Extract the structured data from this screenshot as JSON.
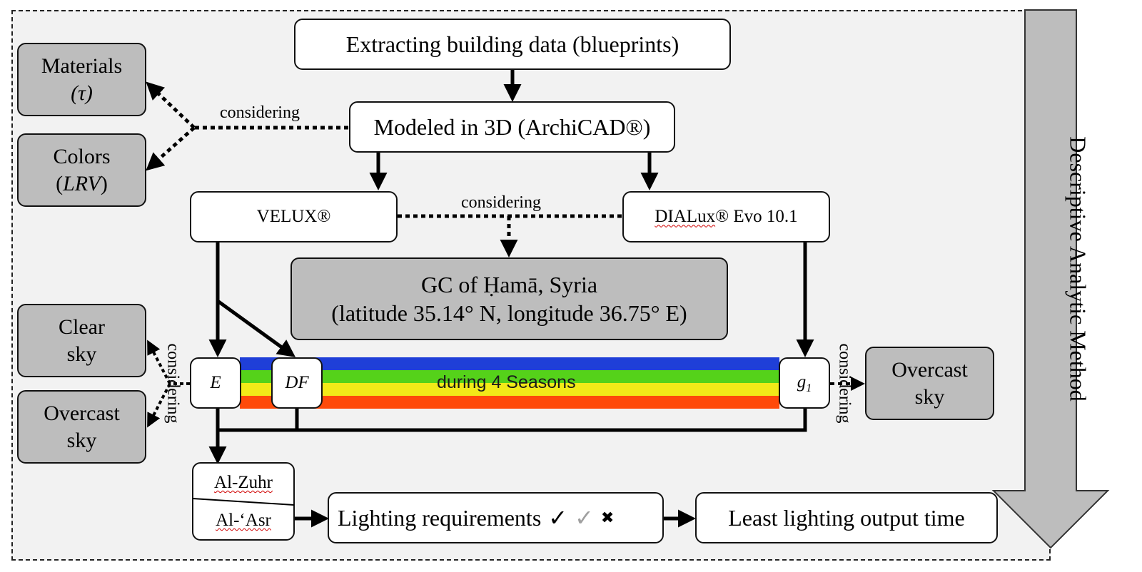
{
  "top": {
    "extract": "Extracting building data (blueprints)",
    "model": "Modeled in 3D (ArchiCAD®)"
  },
  "materials": {
    "line1": "Materials",
    "line2": "(τ)"
  },
  "colors": {
    "line1": "Colors",
    "line2_prefix": "(",
    "line2_italic": "LRV",
    "line2_suffix": ")"
  },
  "velux": "VELUX®",
  "dialux": {
    "brand": "DIALux",
    "rest": "® Evo 10.1"
  },
  "gc": {
    "line1": "GC of Ḥamā, Syria",
    "line2": "(latitude 35.14° N, longitude 36.75° E)"
  },
  "clear_sky": {
    "line1": "Clear",
    "line2": "sky"
  },
  "overcast_left": {
    "line1": "Overcast",
    "line2": "sky"
  },
  "overcast_right": {
    "line1": "Overcast",
    "line2": "sky"
  },
  "metrics": {
    "e": "E",
    "df": "DF",
    "g1_base": "g",
    "g1_sub": "1"
  },
  "band_label": "during 4 Seasons",
  "season_band_colors": [
    "#1f3fd8",
    "#55d21a",
    "#f2ea18",
    "#ff4a0a"
  ],
  "considering": {
    "top": "considering",
    "middle": "considering",
    "left": "considering",
    "right": "considering"
  },
  "prayer": {
    "zuhr": "Al-Zuhr",
    "asr": "Al-‘Asr"
  },
  "requirements": {
    "label": "Lighting requirements",
    "mark1": "✓",
    "mark2": "✓",
    "mark3": "✖"
  },
  "least": "Least lighting output time",
  "side_arrow": "Descriptive Analytic Method"
}
